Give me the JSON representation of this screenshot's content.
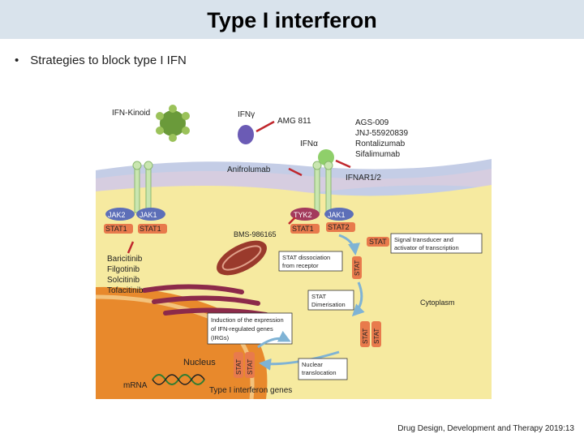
{
  "slide": {
    "title": "Type I interferon",
    "bullet": "Strategies to block type I IFN",
    "citation": "Drug Design, Development and Therapy 2019:13"
  },
  "diagram": {
    "ifn_kinoid": "IFN-Kinoid",
    "ifn_gamma": "IFNγ",
    "amg811": "AMG 811",
    "ifn_alpha": "IFNα",
    "anti_alpha_drugs": [
      "AGS-009",
      "JNJ-55920839",
      "Rontalizumab",
      "Sifalimumab"
    ],
    "anifrolumab": "Anifrolumab",
    "ifnar": "IFNAR1/2",
    "jak2": "JAK2",
    "jak1_left": "JAK1",
    "stat1_a": "STAT1",
    "stat1_b": "STAT1",
    "tyk2": "TYK2",
    "jak1_right": "JAK1",
    "stat1_right": "STAT1",
    "stat2": "STAT2",
    "bms": "BMS-986165",
    "stat_box": "STAT",
    "legend_text": [
      "Signal transducer and",
      "activator of transcription"
    ],
    "jak_inhibitors": [
      "Baricitinib",
      "Filgotinib",
      "Solcitinib",
      "Tofacitinib"
    ],
    "dissociation": [
      "STAT dissociation",
      "from receptor"
    ],
    "stat_vertical": "STAT",
    "dimerisation": [
      "STAT",
      "Dimerisation"
    ],
    "cytoplasm": "Cytoplasm",
    "induction": [
      "Induction of the expression",
      "of IFN-regulated genes",
      "(IRGs)"
    ],
    "dimer_a": "STAT",
    "dimer_b": "STAT",
    "nucleus": "Nucleus",
    "nuclear_dimer_a": "STAT",
    "nuclear_dimer_b": "STAT",
    "nuclear_translocation": [
      "Nuclear",
      "translocation"
    ],
    "mrna": "mRNA",
    "genes": "Type I interferon genes"
  },
  "colors": {
    "title_bar": "#d9e3ec",
    "extracellular": "#c4cde6",
    "membrane": "#d6cde0",
    "cytoplasm": "#f6eaa0",
    "nucleus": "#e8892c",
    "inhibitor": "#c0272d",
    "arrow": "#7fb3d5",
    "stat_orange": "#e87a4c",
    "jak_blue": "#5d6fb8"
  }
}
